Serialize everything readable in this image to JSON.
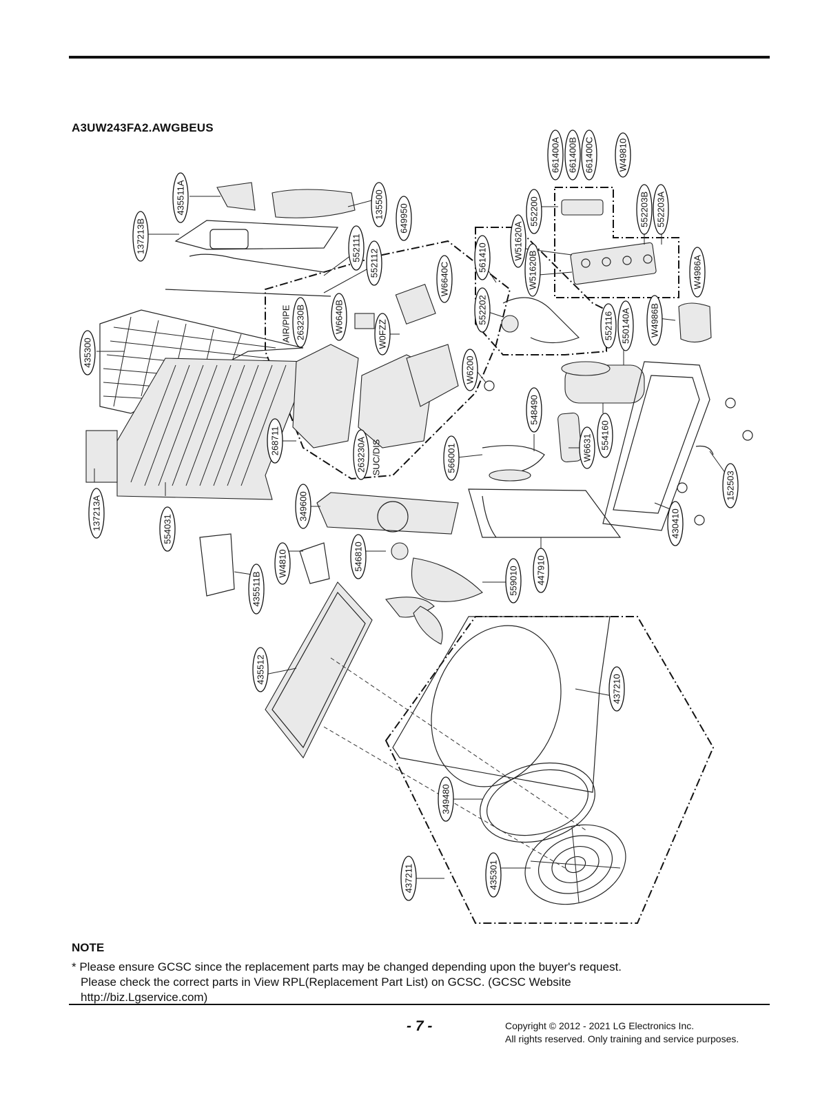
{
  "document": {
    "model": "A3UW243FA2.AWGBEUS",
    "note_title": "NOTE",
    "note_lines": [
      "* Please ensure GCSC since the replacement parts may be changed depending upon the buyer's request.",
      "Please check the correct parts in View RPL(Replacement Part List) on GCSC. (GCSC Website",
      "http://biz.Lgservice.com)"
    ],
    "page_number": "- 7 -",
    "copyright_lines": [
      "Copyright © 2012 - 2021 LG Electronics Inc.",
      "All rights reserved. Only training and service purposes."
    ]
  },
  "part_labels": [
    "661400A",
    "661400B",
    "661400C",
    "W49810",
    "552203B",
    "552203A",
    "552200",
    "W51620A",
    "W51620B",
    "W4986A",
    "552116",
    "550140A",
    "W4986B",
    "435511A",
    "137213B",
    "135500",
    "649950",
    "552111",
    "552112",
    "561410",
    "W6640C",
    "552202",
    "W6640B",
    "AIR/PIPE",
    "263230B",
    "W0FZZ",
    "W6200",
    "435300",
    "268711",
    "263230A",
    "SUC/DIS",
    "548490",
    "566001",
    "W6631",
    "554160",
    "152503",
    "430410",
    "137213A",
    "554031",
    "349600",
    "W4810",
    "546810",
    "435511B",
    "559010",
    "447910",
    "435512",
    "437210",
    "349480",
    "435301",
    "437211"
  ]
}
